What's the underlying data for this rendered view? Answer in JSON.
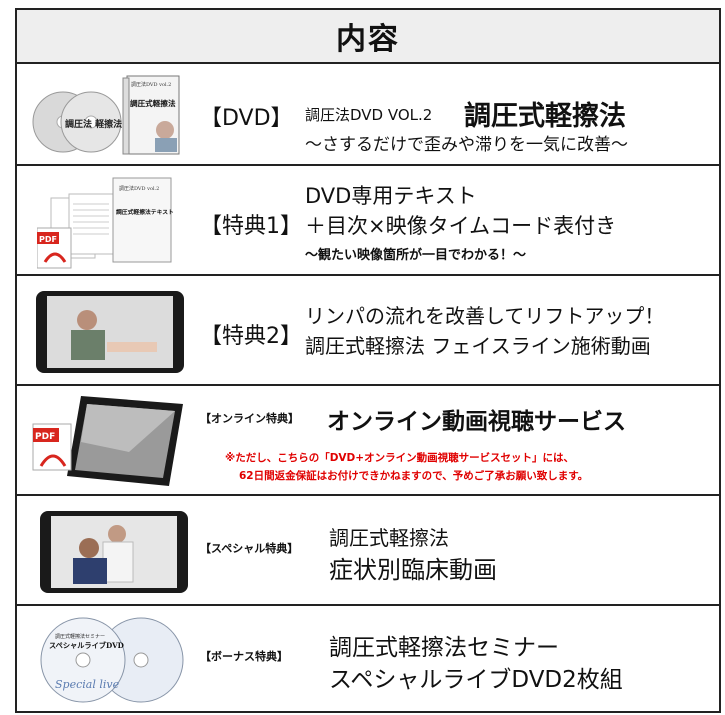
{
  "header": {
    "title": "内容"
  },
  "rows": [
    {
      "tag": "【DVD】",
      "prefix": "調圧法DVD VOL.2",
      "title": "調圧式軽擦法",
      "subtitle": "〜さするだけで歪みや滞りを一気に改善〜",
      "thumb": {
        "box_title": "調圧式軽擦法",
        "box_series": "調圧法DVD vol.2",
        "disc_label": "調圧法 軽擦法"
      }
    },
    {
      "tag": "【特典1】",
      "line1": "DVD専用テキスト",
      "line2": "＋目次×映像タイムコード表付き",
      "line3": "〜観たい映像箇所が一目でわかる！〜",
      "thumb": {
        "book_title": "調圧式軽擦法テキスト",
        "book_series": "調圧法DVD vol.2",
        "pdf": "PDF"
      }
    },
    {
      "tag": "【特典2】",
      "line1": "リンパの流れを改善してリフトアップ！",
      "line2": "調圧式軽擦法 フェイスライン施術動画"
    },
    {
      "tag": "【オンライン特典】",
      "title": "オンライン動画視聴サービス",
      "note1": "※ただし、こちらの「DVD+オンライン動画視聴サービスセット」には、",
      "note2": "62日間返金保証はお付けできかねますので、予めご了承お願い致します。",
      "thumb": {
        "pdf": "PDF"
      }
    },
    {
      "tag": "【スペシャル特典】",
      "line1": "調圧式軽擦法",
      "line2": "症状別臨床動画"
    },
    {
      "tag": "【ボーナス特典】",
      "line1": "調圧式軽擦法セミナー",
      "line2": "スペシャルライブDVD2枚組",
      "thumb": {
        "disc_caption": "調圧式軽擦法セミナー",
        "disc_title": "スペシャルライブDVD",
        "disc_script": "Special live"
      }
    }
  ],
  "colors": {
    "border": "#222222",
    "header_bg": "#eeeeee",
    "note": "#e00000",
    "pdf_red": "#d8261e"
  }
}
